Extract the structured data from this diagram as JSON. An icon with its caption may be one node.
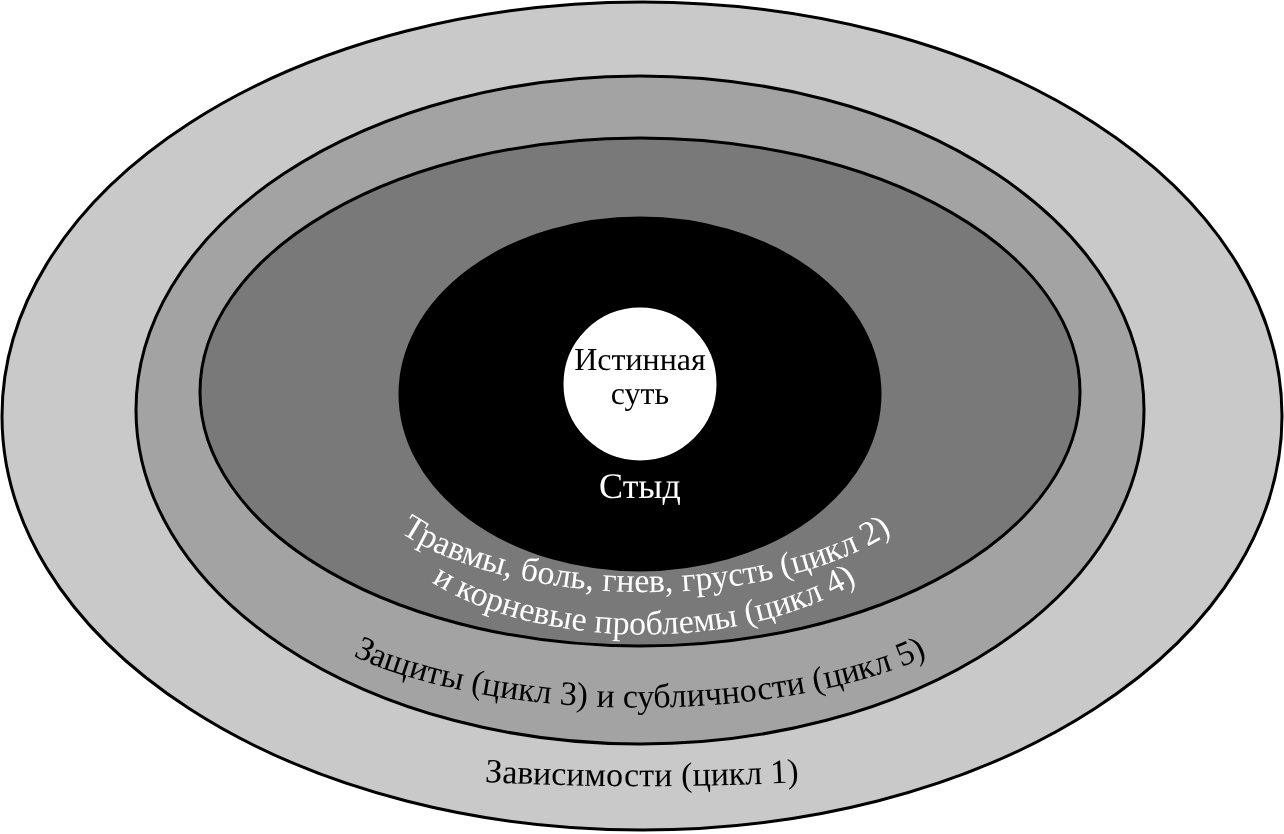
{
  "diagram": {
    "nodes": [
      {
        "text": [
          "Зависимости (цикл 1)"
        ]
      },
      {
        "text": [
          "Защиты (цикл 3) и субличности (цикл 5)"
        ],
        "in": 0
      },
      {
        "text": [
          "Травмы, боль, гнев, грусть (цикл 2) и корневые проблемы (цикл 4)"
        ],
        "in": 1
      },
      {
        "text": [
          "Стыд"
        ],
        "in": 2
      },
      {
        "text": [
          "Истинная суть"
        ],
        "in": 3
      }
    ]
  }
}
